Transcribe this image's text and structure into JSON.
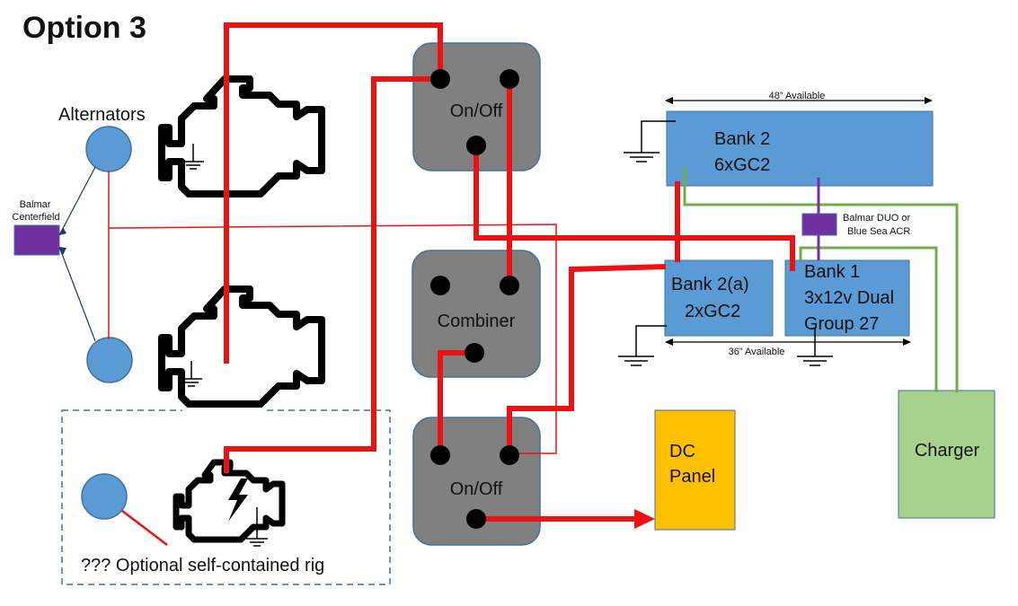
{
  "title": "Option 3",
  "labels": {
    "alternators": "Alternators",
    "balmar_centerfield_line1": "Balmar",
    "balmar_centerfield_line2": "Centerfield",
    "optional_rig": "??? Optional self-contained rig",
    "balmar_duo_line1": "Balmar DUO or",
    "balmar_duo_line2": "Blue Sea ACR"
  },
  "switches": {
    "top": "On/Off",
    "middle": "Combiner",
    "bottom": "On/Off"
  },
  "banks": {
    "bank2": {
      "line1": "Bank 2",
      "line2": "6xGC2"
    },
    "bank2a": {
      "line1": "Bank 2(a)",
      "line2": "2xGC2"
    },
    "bank1": {
      "line1": "Bank 1",
      "line2": "3x12v Dual",
      "line3": "Group 27"
    }
  },
  "dimensions": {
    "top": "48” Available",
    "bottom": "36” Available"
  },
  "dc_panel": {
    "line1": "DC",
    "line2": "Panel"
  },
  "charger": "Charger",
  "colors": {
    "wire_red": "#ee1111",
    "wire_green": "#70ad47",
    "battery_blue": "#5b9bd5",
    "switch_gray": "#808080",
    "dc_panel": "#ffc000",
    "charger": "#a9d18e",
    "acr_purple": "#7030a0",
    "alternator": "#5b9bd5"
  }
}
